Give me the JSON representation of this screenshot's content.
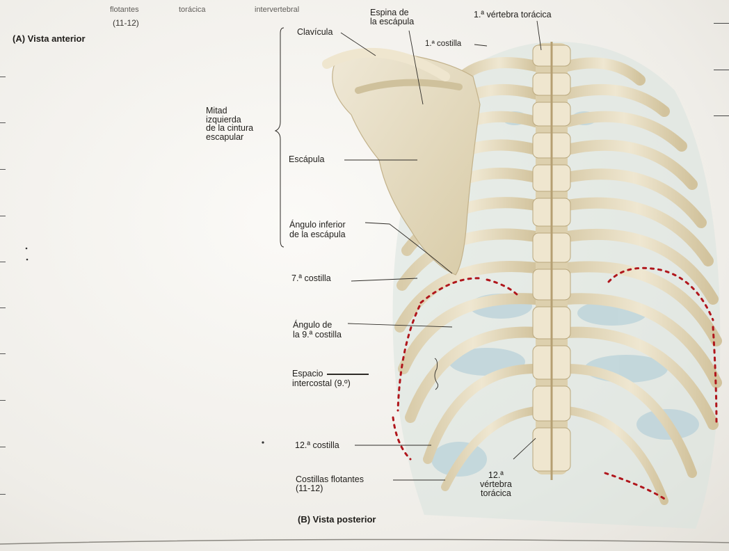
{
  "top_cut": {
    "col1_line1": "flotantes",
    "col1_line2": "(11-12)",
    "col2": "torácica",
    "col3": "intervertebral"
  },
  "panel_a_title": "(A) Vista anterior",
  "panel_b_title": "(B) Vista posterior",
  "labels": {
    "clavicula": "Clavícula",
    "espina_escapula": "Espina de\nla escápula",
    "primera_vertebra": "1.ª vértebra torácica",
    "primera_costilla": "1.ª costilla",
    "mitad_izquierda": "Mitad\nizquierda\nde la cintura\nescapular",
    "escapula": "Escápula",
    "angulo_inferior": "Ángulo inferior\nde la escápula",
    "septima_costilla": "7.ª costilla",
    "angulo_novena": "Ángulo de\nla 9.ª costilla",
    "espacio_intercostal": "Espacio\nintercostal (9.º)",
    "duodecima_costilla": "12.ª costilla",
    "costillas_flotantes": "Costillas flotantes\n(11-12)",
    "duodecima_vertebra": "12.ª\nvértebra\ntorácica"
  },
  "colors": {
    "bone": "#e6dcc0",
    "bone_shadow": "#c9bb95",
    "intercostal": "#bfd4dc",
    "dotted_line": "#b0161c"
  }
}
